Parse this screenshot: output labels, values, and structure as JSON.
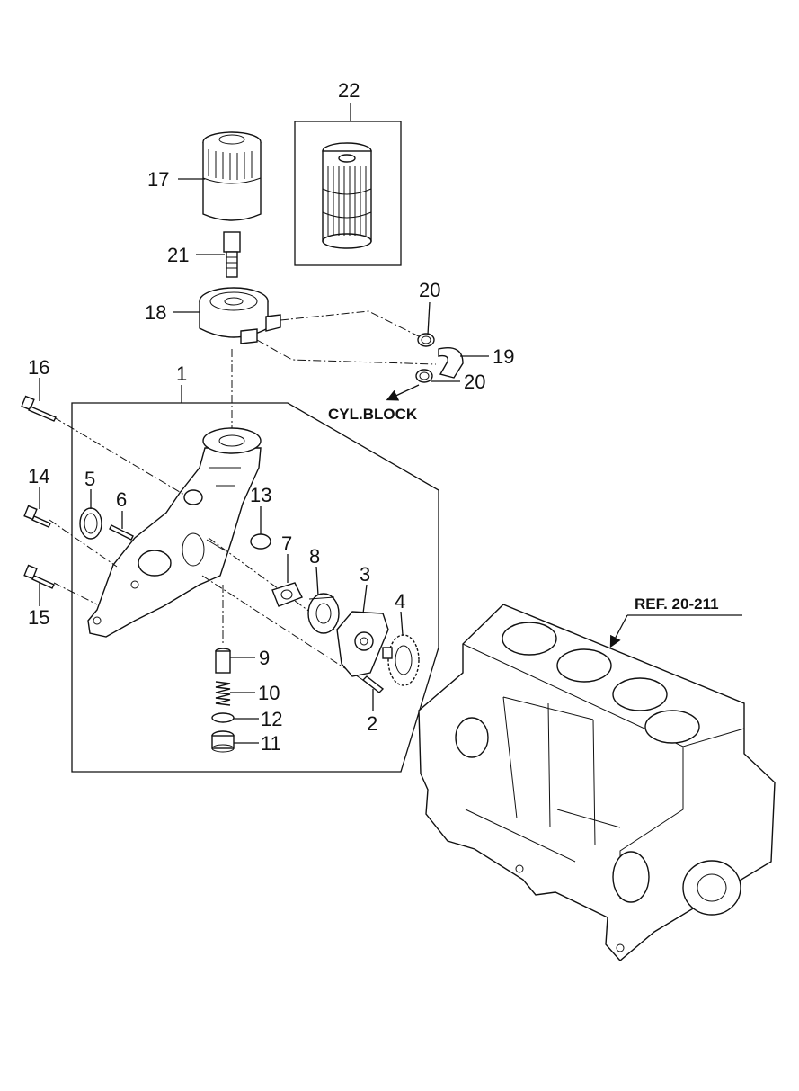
{
  "diagram": {
    "callouts": [
      {
        "id": "c1",
        "text": "1"
      },
      {
        "id": "c2",
        "text": "2"
      },
      {
        "id": "c3",
        "text": "3"
      },
      {
        "id": "c4",
        "text": "4"
      },
      {
        "id": "c5",
        "text": "5"
      },
      {
        "id": "c6",
        "text": "6"
      },
      {
        "id": "c7",
        "text": "7"
      },
      {
        "id": "c8",
        "text": "8"
      },
      {
        "id": "c9",
        "text": "9"
      },
      {
        "id": "c10",
        "text": "10"
      },
      {
        "id": "c11",
        "text": "11"
      },
      {
        "id": "c12",
        "text": "12"
      },
      {
        "id": "c13",
        "text": "13"
      },
      {
        "id": "c14",
        "text": "14"
      },
      {
        "id": "c15",
        "text": "15"
      },
      {
        "id": "c16",
        "text": "16"
      },
      {
        "id": "c17",
        "text": "17"
      },
      {
        "id": "c18",
        "text": "18"
      },
      {
        "id": "c19",
        "text": "19"
      },
      {
        "id": "c20a",
        "text": "20"
      },
      {
        "id": "c20b",
        "text": "20"
      },
      {
        "id": "c21",
        "text": "21"
      },
      {
        "id": "c22",
        "text": "22"
      }
    ],
    "annotations": {
      "cyl_block": "CYL.BLOCK",
      "ref": "REF. 20-211"
    }
  }
}
